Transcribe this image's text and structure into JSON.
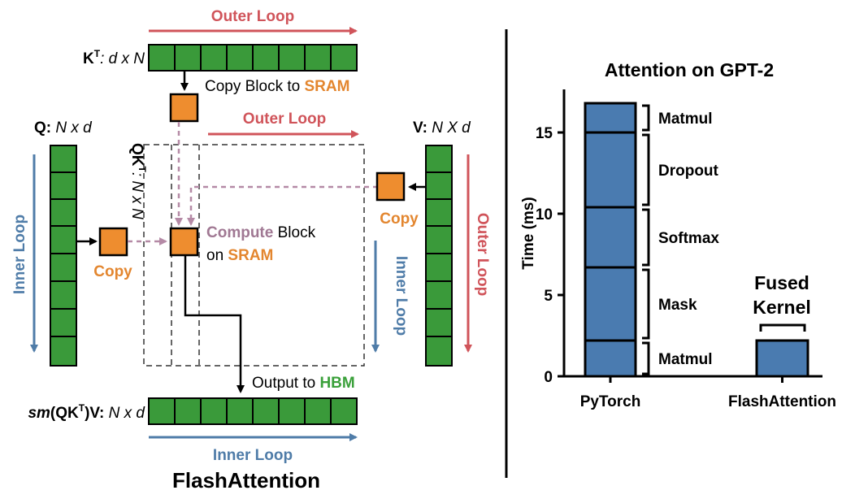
{
  "colors": {
    "outer_loop": "#d0545a",
    "inner_loop": "#4f7ca8",
    "sram_block": "#ee8d2f",
    "hbm_cell": "#3a9a3a",
    "compute": "#a07893",
    "bar": "#4a7bb0"
  },
  "diagram": {
    "caption": "FlashAttention",
    "top_outer_loop": "Outer Loop",
    "mid_outer_loop": "Outer Loop",
    "right_outer_loop": "Outer Loop",
    "left_inner_loop": "Inner Loop",
    "right_inner_loop": "Inner Loop",
    "bottom_inner_loop": "Inner Loop",
    "kt_label": {
      "name": "K",
      "sup": "T",
      "dims": ": d x N"
    },
    "q_label": {
      "name": "Q:",
      "dims": " N x d"
    },
    "v_label": {
      "name": "V:",
      "dims": " N X d"
    },
    "qkt_label": {
      "name": "QK",
      "sup": "T",
      "dims": ": N x N"
    },
    "output_label": {
      "pre": "sm",
      "mid": "(QK",
      "sup": "T",
      "post": ")V:",
      "dims": " N x d"
    },
    "copy_block": {
      "text": "Copy Block to ",
      "highlight": "SRAM"
    },
    "copy_left": "Copy",
    "copy_right": "Copy",
    "compute": {
      "highlight": "Compute",
      "text": " Block",
      "line2_pre": "on ",
      "line2_highlight": "SRAM"
    },
    "output": {
      "text": "Output to ",
      "highlight": "HBM"
    }
  },
  "chart_data": {
    "type": "bar",
    "title": "Attention on GPT-2",
    "ylabel": "Time (ms)",
    "xlabel": "",
    "ylim": [
      0,
      17
    ],
    "yticks": [
      0,
      5,
      10,
      15
    ],
    "categories": [
      "PyTorch",
      "FlashAttention"
    ],
    "stacks": [
      {
        "category": "PyTorch",
        "segments": [
          {
            "name": "Matmul",
            "value": 2.2
          },
          {
            "name": "Mask",
            "value": 4.5
          },
          {
            "name": "Softmax",
            "value": 3.7
          },
          {
            "name": "Dropout",
            "value": 4.6
          },
          {
            "name": "Matmul",
            "value": 1.8
          }
        ]
      },
      {
        "category": "FlashAttention",
        "segments": [
          {
            "name": "Fused Kernel",
            "value": 2.2
          }
        ]
      }
    ],
    "annotation": {
      "line1": "Fused",
      "line2": "Kernel"
    }
  }
}
